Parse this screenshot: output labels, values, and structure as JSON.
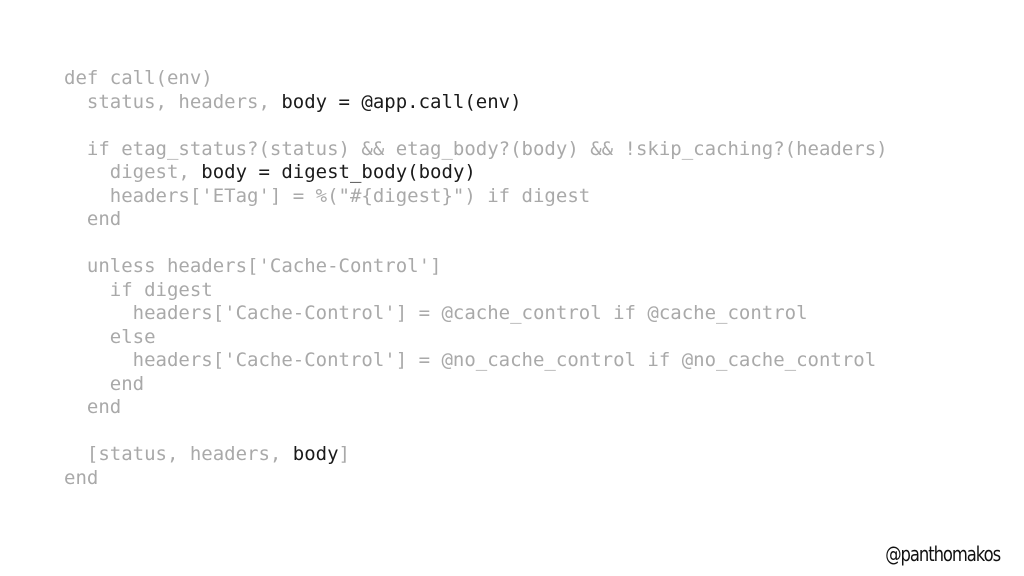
{
  "code": {
    "lines": [
      [
        {
          "t": "def call(env)",
          "hl": false
        }
      ],
      [
        {
          "t": "  status, headers, ",
          "hl": false
        },
        {
          "t": "body = @app.call(env)",
          "hl": true
        }
      ],
      [],
      [
        {
          "t": "  if etag_status?(status) && etag_body?(body) && !skip_caching?(headers)",
          "hl": false
        }
      ],
      [
        {
          "t": "    digest, ",
          "hl": false
        },
        {
          "t": "body = digest_body(body)",
          "hl": true
        }
      ],
      [
        {
          "t": "    headers['ETag'] = %(\"#{digest}\") if digest",
          "hl": false
        }
      ],
      [
        {
          "t": "  end",
          "hl": false
        }
      ],
      [],
      [
        {
          "t": "  unless headers['Cache-Control']",
          "hl": false
        }
      ],
      [
        {
          "t": "    if digest",
          "hl": false
        }
      ],
      [
        {
          "t": "      headers['Cache-Control'] = @cache_control if @cache_control",
          "hl": false
        }
      ],
      [
        {
          "t": "    else",
          "hl": false
        }
      ],
      [
        {
          "t": "      headers['Cache-Control'] = @no_cache_control if @no_cache_control",
          "hl": false
        }
      ],
      [
        {
          "t": "    end",
          "hl": false
        }
      ],
      [
        {
          "t": "  end",
          "hl": false
        }
      ],
      [],
      [
        {
          "t": "  [status, headers, ",
          "hl": false
        },
        {
          "t": "body",
          "hl": true
        },
        {
          "t": "]",
          "hl": false
        }
      ],
      [
        {
          "t": "end",
          "hl": false
        }
      ]
    ]
  },
  "footer": {
    "handle": "@panthomakos"
  },
  "colors": {
    "dim_text": "#a9a9a9",
    "highlight_text": "#1a1a1a",
    "background": "#ffffff"
  }
}
